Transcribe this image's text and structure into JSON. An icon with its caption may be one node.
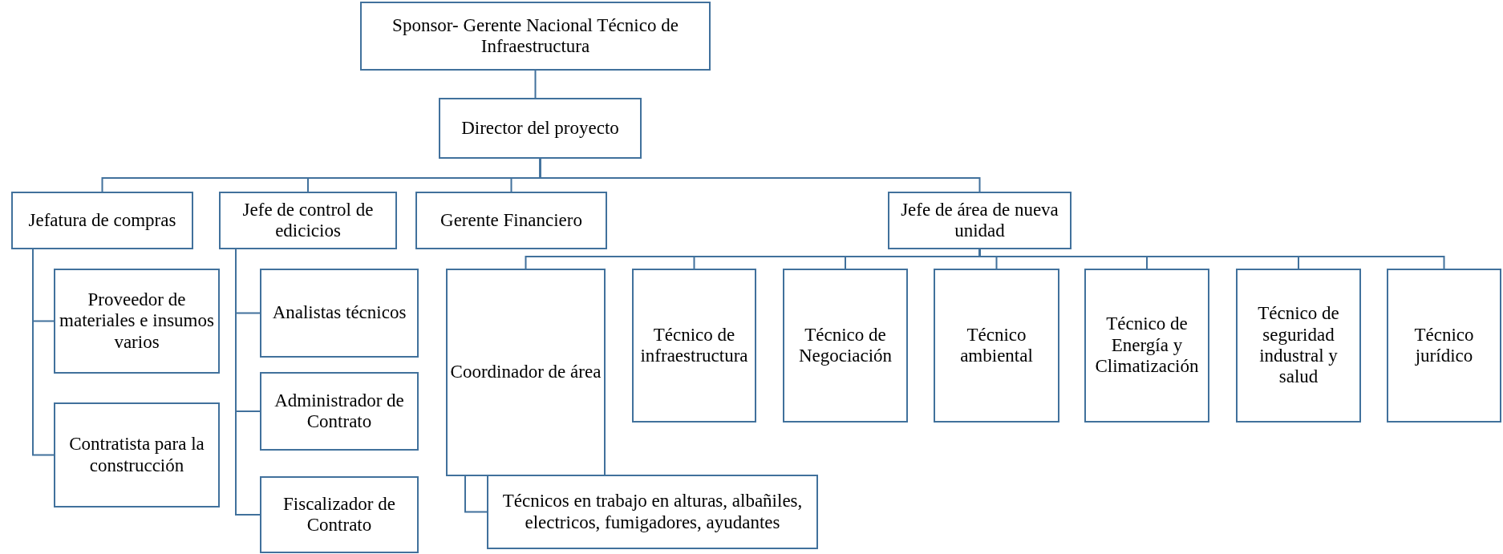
{
  "diagram": {
    "nodes": [
      {
        "text": [
          "Sponsor- Gerente Nacional Técnico de Infraestructura"
        ]
      },
      {
        "text": [
          "Director del proyecto"
        ]
      },
      {
        "text": [
          "Jefatura de compras"
        ]
      },
      {
        "text": [
          "Jefe de control de edicicios"
        ]
      },
      {
        "text": [
          "Gerente Financiero"
        ]
      },
      {
        "text": [
          "Jefe de área de nueva unidad"
        ]
      },
      {
        "text": [
          "Proveedor de materiales e insumos varios"
        ]
      },
      {
        "text": [
          "Contratista para la construcción"
        ]
      },
      {
        "text": [
          "Analistas técnicos"
        ]
      },
      {
        "text": [
          "Administrador de Contrato"
        ]
      },
      {
        "text": [
          "Fiscalizador de Contrato"
        ]
      },
      {
        "text": [
          "Coordinador de área"
        ]
      },
      {
        "text": [
          "Técnico de infraestructura"
        ]
      },
      {
        "text": [
          "Técnico de Negociación"
        ]
      },
      {
        "text": [
          "Técnico ambiental"
        ]
      },
      {
        "text": [
          "Técnico de Energía y Climatización"
        ]
      },
      {
        "text": [
          "Técnico de seguridad industral y salud"
        ]
      },
      {
        "text": [
          "Técnico jurídico"
        ]
      },
      {
        "text": [
          "Técnicos en trabajo en alturas, albañiles, electricos, fumigadores, ayudantes"
        ]
      }
    ],
    "edges": [
      {
        "from": 0,
        "to": 1,
        "arrow": "none"
      },
      {
        "from": 1,
        "to": 2,
        "arrow": "none"
      },
      {
        "from": 1,
        "to": 3,
        "arrow": "none"
      },
      {
        "from": 1,
        "to": 4,
        "arrow": "none"
      },
      {
        "from": 1,
        "to": 5,
        "arrow": "none"
      },
      {
        "from": 2,
        "to": 6,
        "arrow": "none"
      },
      {
        "from": 2,
        "to": 7,
        "arrow": "none"
      },
      {
        "from": 3,
        "to": 8,
        "arrow": "none"
      },
      {
        "from": 3,
        "to": 9,
        "arrow": "none"
      },
      {
        "from": 3,
        "to": 10,
        "arrow": "none"
      },
      {
        "from": 5,
        "to": 11,
        "arrow": "none"
      },
      {
        "from": 5,
        "to": 12,
        "arrow": "none"
      },
      {
        "from": 5,
        "to": 13,
        "arrow": "none"
      },
      {
        "from": 5,
        "to": 14,
        "arrow": "none"
      },
      {
        "from": 5,
        "to": 15,
        "arrow": "none"
      },
      {
        "from": 5,
        "to": 16,
        "arrow": "none"
      },
      {
        "from": 5,
        "to": 17,
        "arrow": "none"
      },
      {
        "from": 11,
        "to": 18,
        "arrow": "none"
      }
    ]
  }
}
